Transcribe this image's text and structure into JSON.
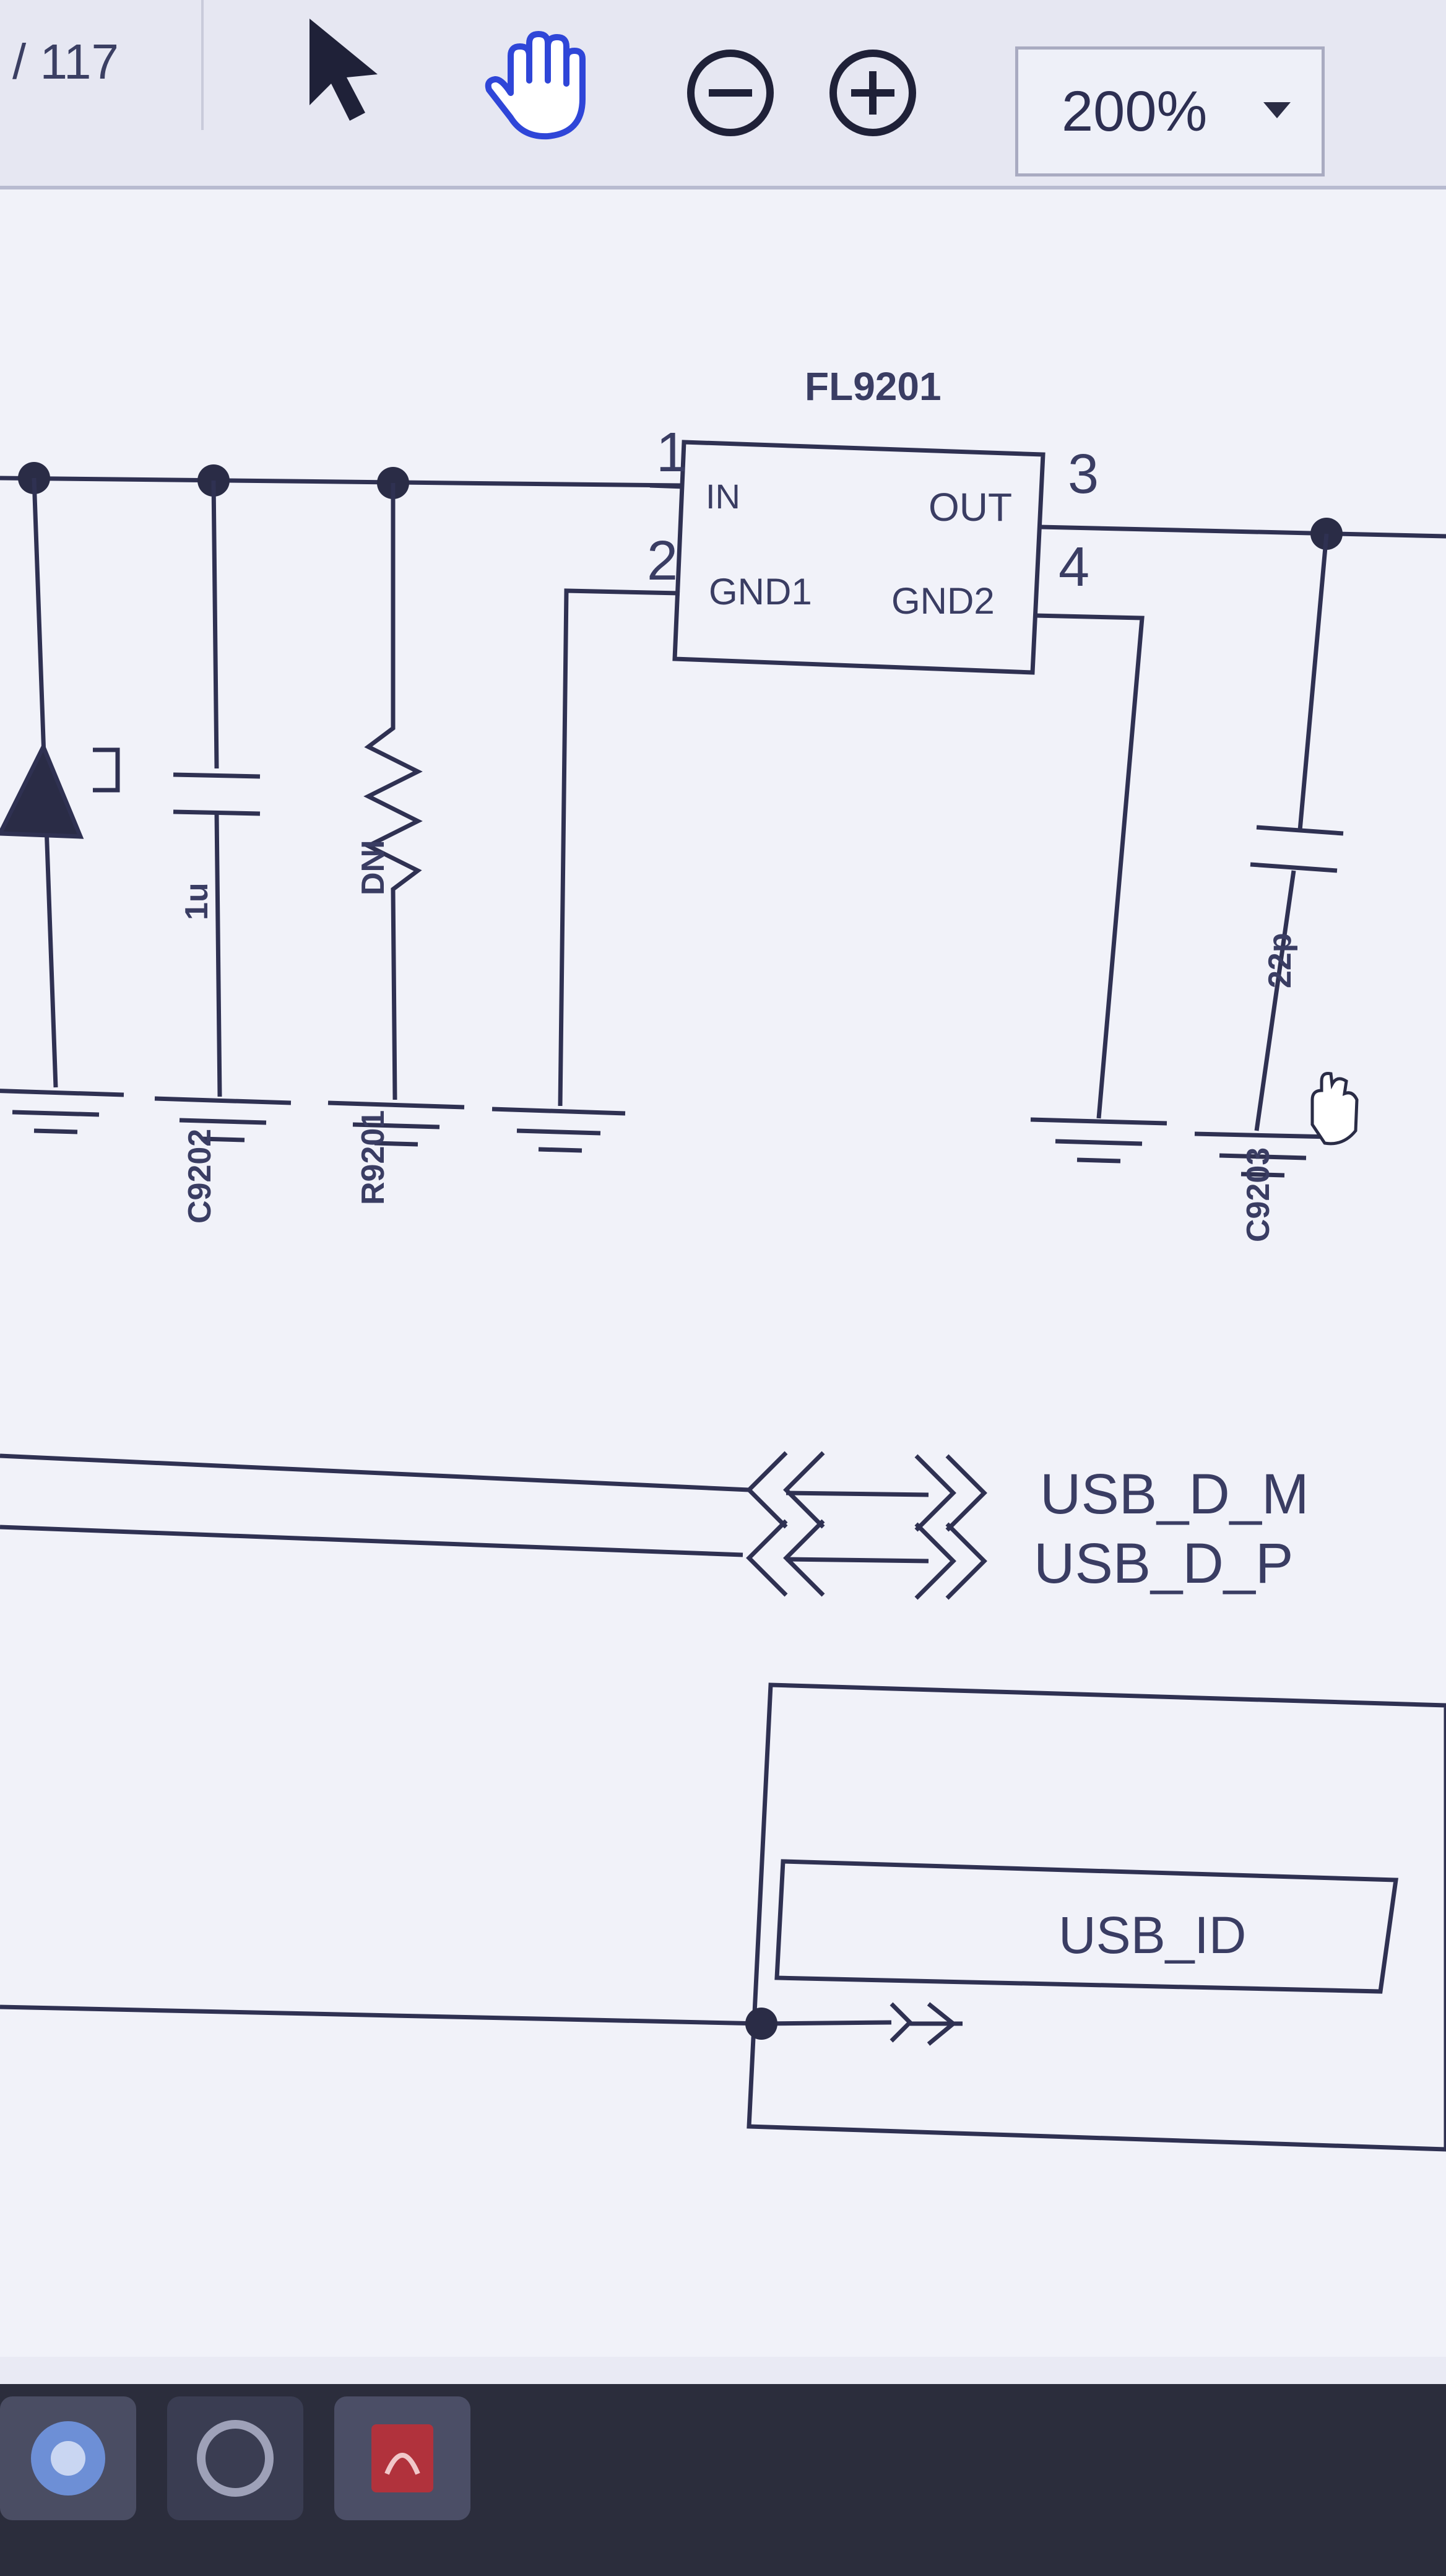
{
  "toolbar": {
    "page_total": "/ 117",
    "zoom_value": "200%",
    "icons": {
      "select": "cursor-arrow-icon",
      "hand": "hand-tool-icon",
      "zoom_out": "zoom-out-icon",
      "zoom_in": "zoom-in-icon"
    }
  },
  "schematic": {
    "ic": {
      "name": "FL9201",
      "pin_in": "IN",
      "pin_out": "OUT",
      "pin_gnd1": "GND1",
      "pin_gnd2": "GND2",
      "pin_num_1": "1",
      "pin_num_2": "2",
      "pin_num_3": "3",
      "pin_num_4": "4"
    },
    "capacitor_left": {
      "ref": "C9202",
      "value": "1u"
    },
    "resistor": {
      "ref": "R9201",
      "value": "DNI"
    },
    "capacitor_right": {
      "ref": "C9203",
      "value": "22p"
    },
    "nets": {
      "usb_d_m": "USB_D_M",
      "usb_d_p": "USB_D_P",
      "usb_id": "USB_ID"
    }
  },
  "taskbar": {
    "icons": [
      "browser-icon",
      "app-icon",
      "pdf-reader-icon"
    ]
  }
}
